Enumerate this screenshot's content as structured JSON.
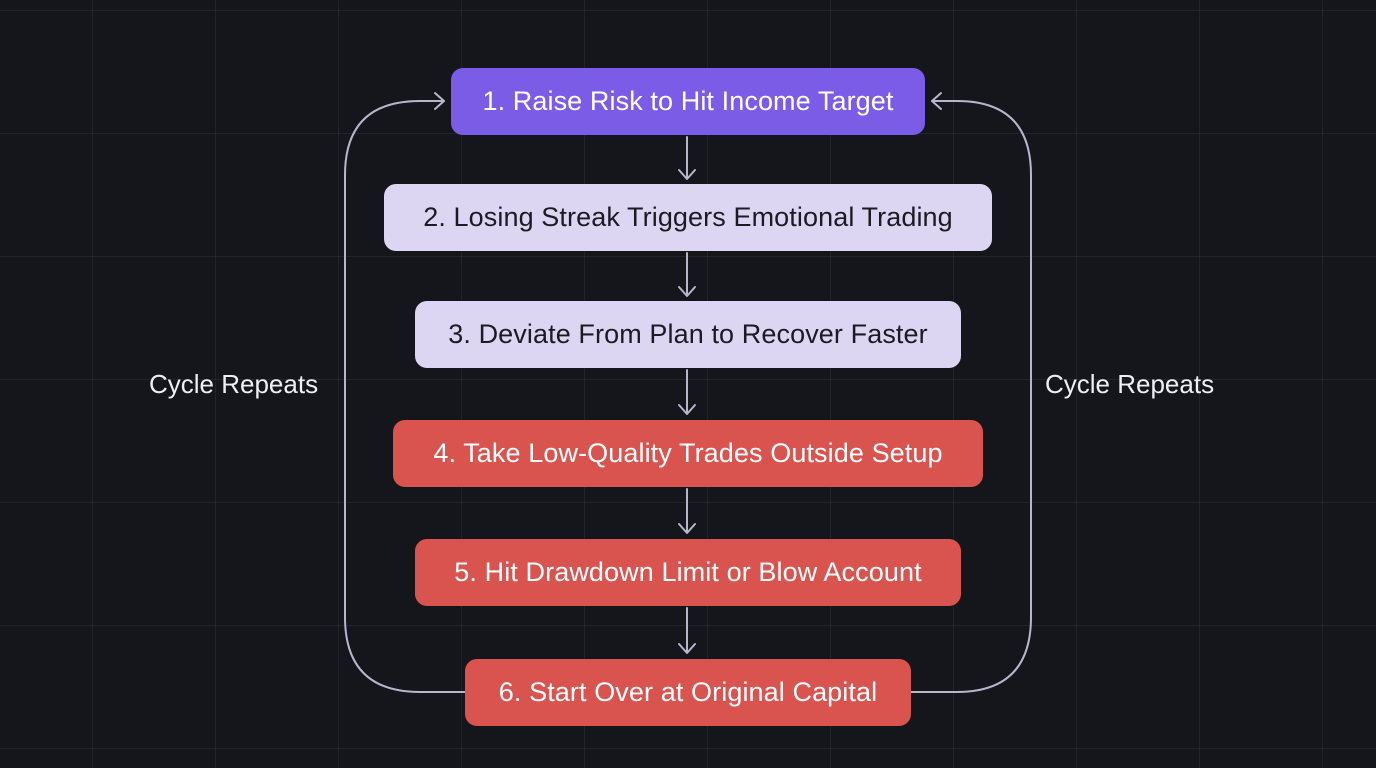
{
  "steps": [
    {
      "label": "1. Raise Risk to Hit Income Target",
      "color": "#7b5ce6"
    },
    {
      "label": "2. Losing Streak Triggers Emotional Trading",
      "color": "#ddd6f2"
    },
    {
      "label": "3. Deviate From Plan to Recover Faster",
      "color": "#ddd6f2"
    },
    {
      "label": "4. Take Low-Quality Trades Outside Setup",
      "color": "#d9534f"
    },
    {
      "label": "5. Hit Drawdown Limit or Blow Account",
      "color": "#d9534f"
    },
    {
      "label": "6. Start Over at Original Capital",
      "color": "#d9534f"
    }
  ],
  "loop_labels": {
    "left": "Cycle Repeats",
    "right": "Cycle Repeats"
  },
  "colors": {
    "background": "#15151c",
    "connector": "#b9b6cc"
  }
}
